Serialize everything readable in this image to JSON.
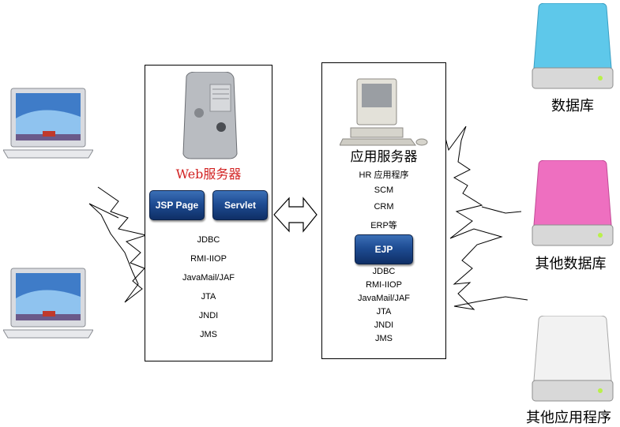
{
  "web_server": {
    "title": "Web服务器",
    "buttons": [
      "JSP Page",
      "Servlet"
    ],
    "items": [
      "JDBC",
      "RMI-IIOP",
      "JavaMail/JAF",
      "JTA",
      "JNDI",
      "JMS"
    ]
  },
  "app_server": {
    "title": "应用服务器",
    "modules": [
      "HR 应用程序",
      "SCM",
      "CRM",
      "ERP等"
    ],
    "button": "EJP",
    "items": [
      "JDBC",
      "RMI-IIOP",
      "JavaMail/JAF",
      "JTA",
      "JNDI",
      "JMS"
    ]
  },
  "storage": {
    "database": "数据库",
    "other_database": "其他数据库",
    "other_application": "其他应用程序"
  },
  "colors": {
    "web_title": "#d22222",
    "button_blue": "#1e4c93",
    "db_cyan": "#5ec8ea",
    "db_pink": "#ee6fc0",
    "db_white": "#f2f2f2"
  }
}
